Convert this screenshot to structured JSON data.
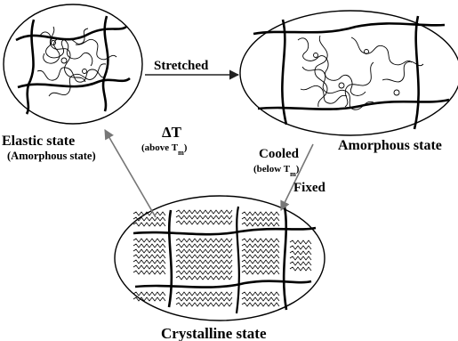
{
  "states": {
    "elastic": {
      "title": "Elastic state",
      "subtitle": "(Amorphous state)"
    },
    "amorphous": {
      "title": "Amorphous state"
    },
    "crystalline": {
      "title": "Crystalline state"
    }
  },
  "transitions": {
    "stretched": {
      "label": "Stretched"
    },
    "cooled": {
      "label": "Cooled",
      "condition_prefix": "(below T",
      "condition_sub": "m",
      "condition_suffix": ")"
    },
    "fixed": {
      "label": "Fixed"
    },
    "heated": {
      "label_symbol": "ΔT",
      "condition_prefix": "(above T",
      "condition_sub": "m",
      "condition_suffix": ")"
    }
  }
}
